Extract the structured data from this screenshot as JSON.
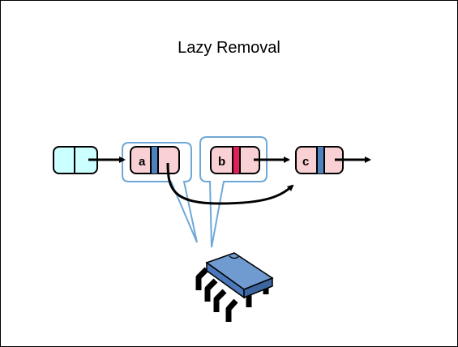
{
  "slide": {
    "title": "Lazy Removal"
  },
  "list": {
    "nodes": [
      {
        "id": "head",
        "label": "",
        "kind": "sentinel"
      },
      {
        "id": "a",
        "label": "a",
        "kind": "node",
        "mark_color": "#4f81bd"
      },
      {
        "id": "b",
        "label": "b",
        "kind": "node",
        "mark_color": "#e0205a"
      },
      {
        "id": "c",
        "label": "c",
        "kind": "node",
        "mark_color": "#4f81bd"
      }
    ]
  },
  "colors": {
    "node_fill": "#f9d1d4",
    "sentinel_fill": "#ccffff",
    "lock_outline": "#6fa8d6",
    "marked": "#e0205a",
    "unmarked": "#4f81bd",
    "thread_chip": "#6f9bd1",
    "arrow": "#000000"
  },
  "icons": {
    "thread": "microchip-icon"
  }
}
